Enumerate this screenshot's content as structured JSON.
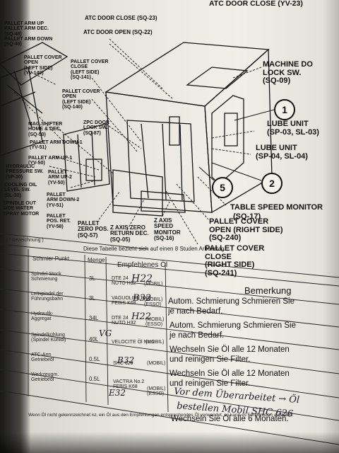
{
  "diagram": {
    "top_labels": [
      "ATC DOOR CLOSE (YV-23)",
      "ATC DOOR CLOSE (SQ-23)",
      "ATC DOOR OPEN (SQ-22)"
    ],
    "pallet_top": [
      "PALLET ARM UP",
      "PALLET ARM DEC.",
      "(SQ-48)",
      "PALLET ARM DOWN",
      "(SQ-49)"
    ],
    "pallet_cover_left_open": [
      "PALLET COVER",
      "OPEN",
      "(LEFT SIDE)",
      "(YV-140)"
    ],
    "pallet_cover_close_left": [
      "PALLET COVER",
      "CLOSE",
      "(LEFT SIDE)",
      "(SQ-141)"
    ],
    "pallet_cover_open_left": [
      "PALLET COVER",
      "OPEN",
      "(LEFT SIDE)",
      "(SQ-140)"
    ],
    "zpc_door": [
      "ZPC DOOR",
      "LOCK SW.",
      "(SQ-87)"
    ],
    "shifter": [
      "MAG.SHIFTER",
      "HOME & DEC.",
      "(SQ-50)"
    ],
    "pallet_arm_down1": [
      "PALLET ARM DOWN-1",
      "(YV-51)"
    ],
    "pallet_arm_up1": [
      "PALLET ARM UP-1",
      "(YV-50)"
    ],
    "hydraulic": [
      "HYDRAULIC",
      "PRESSURE SW.",
      "(SP-30)"
    ],
    "cooling": [
      "COOLING OIL",
      "LEVEL SW.",
      "(SL-30)"
    ],
    "spindle_out": [
      "SPINDLE OUT",
      "SIDE WATER",
      "SPRAY MOTOR"
    ],
    "pallet_arm_up2": [
      "PALLET",
      "ARM UP-2",
      "(YV-50)"
    ],
    "pallet_arm_down2": [
      "PALLET",
      "ARM DOWN-2",
      "(YV-51)"
    ],
    "pallet_pos_ret": [
      "PALLET",
      "POS. RET.",
      "(YV-58)"
    ],
    "pallet_zero": [
      "PALLET",
      "ZERO POS.",
      "(SQ-57)"
    ],
    "z_axis_zero": [
      "Z AXIS ZERO",
      "RETURN DEC.",
      "(SQ-05)"
    ],
    "z_axis_speed": [
      "Z AXIS",
      "SPEED",
      "MONITOR",
      "(SQ-16)"
    ],
    "machine_door": [
      "MACHINE DO",
      "LOCK SW.",
      "(SQ-09)"
    ],
    "lube_unit_1": [
      "LUBE UNIT",
      "(SP-03, SL-03)"
    ],
    "lube_unit_2": [
      "LUBE UNIT",
      "(SP-04, SL-04)"
    ],
    "table_speed": "TABLE SPEED MONITOR",
    "table_speed_code": "(SQ-17)",
    "pc_open_right": [
      "PALLET COVER",
      "OPEN (RIGHT SIDE)",
      "(SQ-240)"
    ],
    "pc_close_right": [
      "PALLET COVER",
      "CLOSE",
      "(RIGHT SIDE)",
      "(SQ-241)"
    ],
    "numbers": [
      "1",
      "2",
      "5"
    ]
  },
  "table": {
    "legend": "(* Bezeichnung )",
    "note": "Diese Tabelle bezieht sich auf einen 8 Studen Arbeitstag.",
    "headers": {
      "point": "Schmier Punkt",
      "qty": "Menge",
      "oil": "Empfehlenes Öl",
      "remark": "Bemerkung"
    },
    "rows": [
      {
        "point": [
          "Spindel Stock",
          "Schmierung"
        ],
        "qty": "3L",
        "oil": [
          "DTE 24",
          "NUTO H32"
        ],
        "brand": "(MOBIL)"
      },
      {
        "point": [
          "Leitspindel der",
          "Führungsbahn"
        ],
        "qty": "3L",
        "oil": [
          "VAGUOLINE1409",
          "FEBIS K68"
        ],
        "brand": "(MOBIL)\n(ESSO)"
      },
      {
        "point": [
          "Hydraulik-",
          "Aggregat"
        ],
        "qty": "34L",
        "oil": [
          "DTE 24",
          "NUTO H32"
        ],
        "brand": "(MOBIL)\n(ESSO)"
      },
      {
        "point": [
          "Spindelkühlung",
          "(Spindel Kühlöl)"
        ],
        "qty": "40L",
        "oil": [
          "VELOCITE Öl No.6"
        ],
        "brand": "(MOBIL)"
      },
      {
        "point": [
          "ATC-Arm",
          "Getriebeöl"
        ],
        "qty": "0.5L",
        "oil": [
          "SHC 626"
        ],
        "brand": "(MOBIL)"
      },
      {
        "point": [
          "Werkzeugm.",
          "Getriebeöl"
        ],
        "qty": "0.5L",
        "oil": [
          "VACTRA No.2",
          "FEBIS K68"
        ],
        "brand": "(MOBIL)\n(ESSO)"
      }
    ],
    "remarks": [
      "Autom. Schmierung Schmieren Sie",
      "je nach Bedarf.",
      "Autom. Schmierung Schmieren Sie",
      "je nach Bedarf.",
      "Wechseln Sie Öl alle 12 Monaten",
      "und reinigen Sie Filter.",
      "Wechseln Sie Öl alle 12 Monaten",
      "und reinigen Sie Filter.",
      "Wechseln Sie Öl alle 6 Monaten."
    ],
    "footer": "Wenn Öl nicht gekennzeichnet ist, ein Öl aus den Empfehlungen entsprechendes Öl verwendet, so kann es Fehlfunktion auftreten."
  },
  "handwriting": {
    "h22a": "H22",
    "b32": "B32",
    "h22b": "H22",
    "vg": "VG",
    "b32b": "B32",
    "line1": "Vor dem Überarbeitet → Öl",
    "line2": "bestellen Mobil SHC 626",
    "line3": "E32"
  },
  "colors": {
    "plate": "#eeece5",
    "ink": "#111111",
    "frame": "#3b3a38"
  }
}
